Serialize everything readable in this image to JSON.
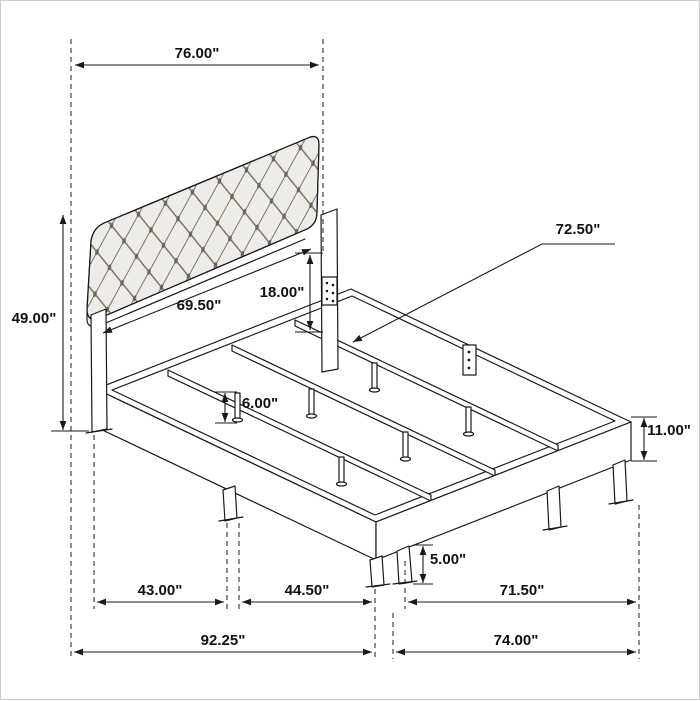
{
  "dims": {
    "top_width": "76.00\"",
    "slat_length": "72.50\"",
    "headboard_panel_width": "69.50\"",
    "headboard_panel_height": "18.00\"",
    "headboard_height": "49.00\"",
    "support_leg_height": "6.00\"",
    "rail_height": "11.00\"",
    "foot_leg_height": "5.00\"",
    "seg_head": "43.00\"",
    "seg_mid": "44.50\"",
    "seg_foot": "71.50\"",
    "overall_length": "92.25\"",
    "overall_width": "74.00\""
  },
  "style": {
    "line_color": "#1a1a1a",
    "headboard_fill": "#eeece7",
    "canvas_border": "#cccccc"
  }
}
